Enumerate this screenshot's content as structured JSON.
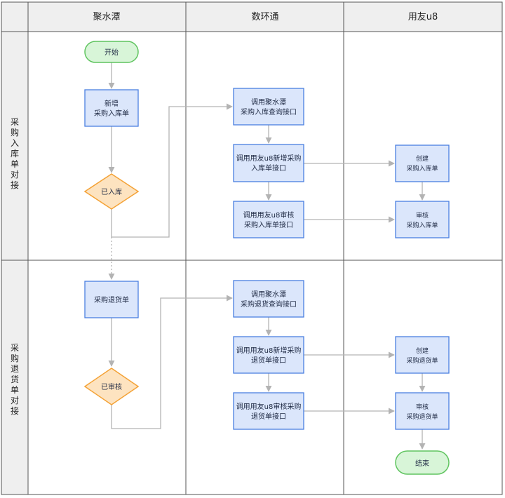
{
  "columns": [
    "聚水潭",
    "数环通",
    "用友u8"
  ],
  "lanes": [
    {
      "label_chars": [
        "采",
        "购",
        "入",
        "库",
        "单",
        "对",
        "接"
      ]
    },
    {
      "label_chars": [
        "采",
        "购",
        "退",
        "货",
        "单",
        "对",
        "接"
      ]
    }
  ],
  "nodes": {
    "start": {
      "text": "开始"
    },
    "new_receipt": {
      "lines": [
        "新增",
        "采购入库单"
      ]
    },
    "in_stock": {
      "text": "已入库"
    },
    "call_jst_receipt_query": {
      "lines": [
        "调用聚水潭",
        "采购入库查询接口"
      ]
    },
    "call_u8_add_receipt": {
      "lines": [
        "调用用友u8新增采购",
        "入库单接口"
      ]
    },
    "call_u8_audit_receipt": {
      "lines": [
        "调用用友u8审核",
        "采购入库单接口"
      ]
    },
    "create_receipt": {
      "lines": [
        "创建",
        "采购入库单"
      ]
    },
    "audit_receipt": {
      "lines": [
        "审核",
        "采购入库单"
      ]
    },
    "return_order": {
      "text": "采购退货单"
    },
    "audited": {
      "text": "已审核"
    },
    "call_jst_return_query": {
      "lines": [
        "调用聚水潭",
        "采购退货查询接口"
      ]
    },
    "call_u8_add_return": {
      "lines": [
        "调用用友u8新增采购",
        "退货单接口"
      ]
    },
    "call_u8_audit_return": {
      "lines": [
        "调用用友u8审核采购",
        "退货单接口"
      ]
    },
    "create_return": {
      "lines": [
        "创建",
        "采购退货单"
      ]
    },
    "audit_return": {
      "lines": [
        "审核",
        "采购退货单"
      ]
    },
    "end": {
      "text": "结束"
    }
  },
  "colors": {
    "process_fill": "#dbe6fb",
    "process_stroke": "#4a7fe0",
    "terminal_fill": "#d8f5d8",
    "terminal_stroke": "#5fc45f",
    "decision_fill": "#fde3c0",
    "decision_stroke": "#f4a236",
    "connector": "#b3b3b3",
    "grid": "#555555"
  }
}
